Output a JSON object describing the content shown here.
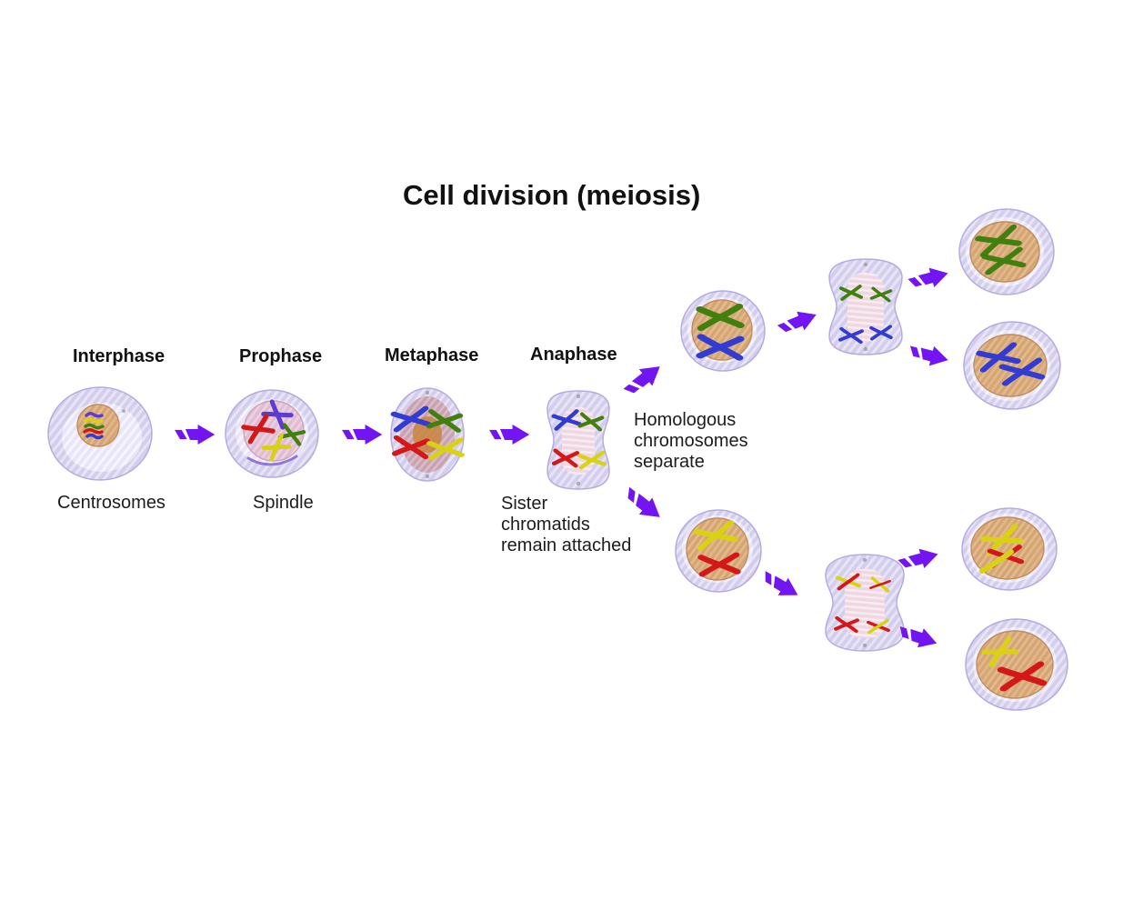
{
  "title": "Cell division (meiosis)",
  "stages": {
    "interphase": "Interphase",
    "prophase": "Prophase",
    "metaphase": "Metaphase",
    "anaphase": "Anaphase"
  },
  "captions": {
    "centrosomes": "Centrosomes",
    "spindle": "Spindle",
    "sister": "Sister\nchromatids\nremain attached",
    "homologous": "Homologous\nchromosomes\nseparate"
  },
  "colors": {
    "arrow": "#7314f2",
    "chrom_red": "#d41717",
    "chrom_blue": "#323bd2",
    "chrom_green": "#41800f",
    "chrom_yellow": "#d9d214",
    "chrom_purple": "#5d3bd0",
    "membrane": "#cdc6ea",
    "cytoplasm": "#e9e5f8",
    "nucleus_tan": "#cf9453",
    "nucleus_pink": "#ddb2ca",
    "spindle_band": "#eed7e1",
    "text": "#111111"
  },
  "cells": [
    {
      "id": "interphase-cell",
      "stage": "Interphase",
      "contents": "uncondensed chromatin threads (purple, yellow, green, red, blue) inside tan nucleus"
    },
    {
      "id": "prophase-cell",
      "stage": "Prophase",
      "contents": "condensed X chromosomes: purple-blue, red, green, yellow in pink nucleus; spindle forming"
    },
    {
      "id": "metaphase-cell",
      "stage": "Metaphase",
      "contents": "blue, green, red, yellow chromosomes aligned at metaphase plate"
    },
    {
      "id": "anaphase-cell",
      "stage": "Anaphase",
      "contents": "blue and green homologs move to top pole; red and yellow to bottom pole"
    },
    {
      "id": "meiosis2-top-cell",
      "contents": "cell with green and blue chromosomes"
    },
    {
      "id": "meiosis2-top-anaphase-cell",
      "contents": "green sister chromatids at top pole, blue at bottom pole"
    },
    {
      "id": "daughter-cell-green",
      "contents": "daughter cell with green chromosomes"
    },
    {
      "id": "daughter-cell-blue",
      "contents": "daughter cell with blue chromosomes"
    },
    {
      "id": "meiosis2-bottom-cell",
      "contents": "cell with yellow and red chromosomes"
    },
    {
      "id": "meiosis2-bottom-anaphase-cell",
      "contents": "yellow/red chromatids separating to both poles"
    },
    {
      "id": "daughter-cell-yellow-red-1",
      "contents": "daughter cell with yellow and red chromosomes"
    },
    {
      "id": "daughter-cell-yellow-red-2",
      "contents": "daughter cell with yellow and red chromosomes"
    }
  ]
}
